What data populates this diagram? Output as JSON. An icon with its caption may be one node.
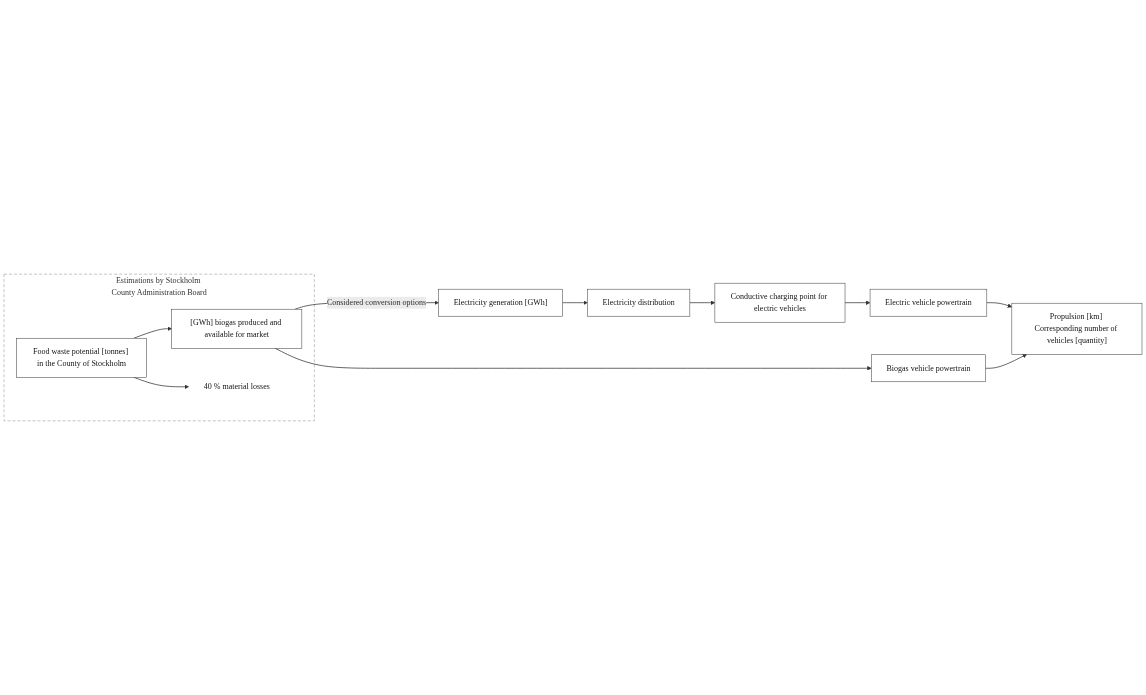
{
  "diagram": {
    "nodes": [
      {
        "text": [
          "Estimations by Stockholm County Administration Board"
        ]
      },
      {
        "text": [
          "Food waste potential [tonnes] in the County of Stockholm"
        ],
        "in": 0
      },
      {
        "text": [
          "[GWh] biogas produced and available for market"
        ],
        "in": 0
      },
      {
        "text": [
          "Electricity generation [GWh]"
        ]
      },
      {
        "text": [
          "Biogas vehicle powertrain"
        ]
      },
      {
        "text": [
          "Electricity distribution"
        ]
      },
      {
        "text": [
          "Propulsion [km] Corresponding number of vehicles [quantity]"
        ]
      },
      {
        "text": [
          "Electric vehicle powertrain"
        ]
      },
      {
        "text": [
          "Conductive charging point for electric vehicles"
        ]
      },
      {
        "text": [
          "40 % material losses"
        ],
        "in": 0
      }
    ],
    "edges": [
      {
        "from": 1,
        "to": 2,
        "arrow": "to"
      },
      {
        "from": 1,
        "to": 9,
        "arrow": "to"
      },
      {
        "from": 2,
        "to": 3,
        "label": "Considered conversion options",
        "arrow": "to"
      },
      {
        "from": 2,
        "to": 4,
        "arrow": "to"
      },
      {
        "from": 3,
        "to": 5,
        "arrow": "to"
      },
      {
        "from": 5,
        "to": 8,
        "arrow": "to"
      },
      {
        "from": 8,
        "to": 7,
        "arrow": "to"
      },
      {
        "from": 7,
        "to": 6,
        "arrow": "to"
      },
      {
        "from": 4,
        "to": 6,
        "arrow": "to"
      }
    ]
  }
}
